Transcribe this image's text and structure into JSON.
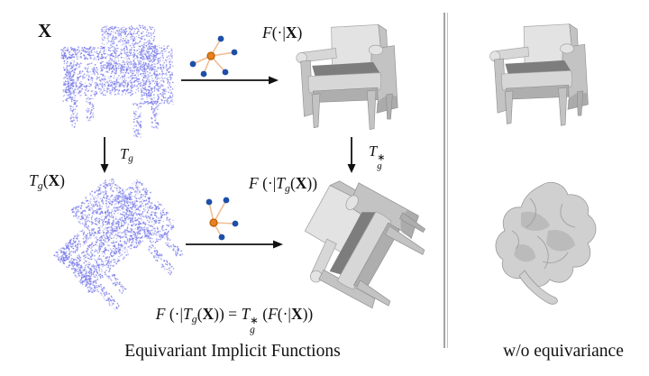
{
  "palette": {
    "point_cloud": "#7b7de9",
    "node_blue": "#1e4fa8",
    "node_orange": "#e8821e",
    "node_orange_border": "#b85c00",
    "edge_orange": "#f2bd93",
    "arrow": "#111111",
    "mesh_light": "#e3e3e3",
    "mesh_dark": "#7d7d7d",
    "divider": "#a3a3a3",
    "text": "#111111"
  },
  "icons": {
    "encoder_graph": "neural-graph-icon",
    "arrow_right": "arrow-right-icon",
    "arrow_down": "arrow-down-icon"
  },
  "labels": {
    "x_input": [
      {
        "t": "X",
        "s": "b"
      }
    ],
    "f_x": [
      {
        "t": "F",
        "s": "it"
      },
      {
        "t": "(·|",
        "s": "n"
      },
      {
        "t": "X",
        "s": "b"
      },
      {
        "t": ")",
        "s": "n"
      }
    ],
    "t_g": [
      {
        "t": "T",
        "s": "it"
      },
      {
        "t": "g",
        "s": "sub"
      }
    ],
    "t_g_x": [
      {
        "t": "T",
        "s": "it"
      },
      {
        "t": "g",
        "s": "sub"
      },
      {
        "t": "(",
        "s": "n"
      },
      {
        "t": "X",
        "s": "b"
      },
      {
        "t": ")",
        "s": "n"
      }
    ],
    "f_t_g_x": [
      {
        "t": "F",
        "s": "it"
      },
      {
        "t": " (·|",
        "s": "n"
      },
      {
        "t": "T",
        "s": "it"
      },
      {
        "t": "g",
        "s": "sub"
      },
      {
        "t": "(",
        "s": "n"
      },
      {
        "t": "X",
        "s": "b"
      },
      {
        "t": "))",
        "s": "n"
      }
    ],
    "t_g_star": [
      {
        "t": "T",
        "s": "it"
      },
      {
        "s": "stack",
        "sup": "∗",
        "sub": "g"
      }
    ],
    "equation": [
      {
        "t": "F",
        "s": "it"
      },
      {
        "t": " (·|",
        "s": "n"
      },
      {
        "t": "T",
        "s": "it"
      },
      {
        "t": "g",
        "s": "sub"
      },
      {
        "t": "(",
        "s": "n"
      },
      {
        "t": "X",
        "s": "b"
      },
      {
        "t": ")) = ",
        "s": "n"
      },
      {
        "t": "T",
        "s": "it"
      },
      {
        "s": "stack",
        "sup": "∗",
        "sub": "g"
      },
      {
        "t": " (",
        "s": "n"
      },
      {
        "t": "F",
        "s": "it"
      },
      {
        "t": "(·|",
        "s": "n"
      },
      {
        "t": "X",
        "s": "b"
      },
      {
        "t": "))",
        "s": "n"
      }
    ]
  },
  "captions": {
    "left": "Equivariant Implicit Functions",
    "right": "w/o equivariance"
  }
}
